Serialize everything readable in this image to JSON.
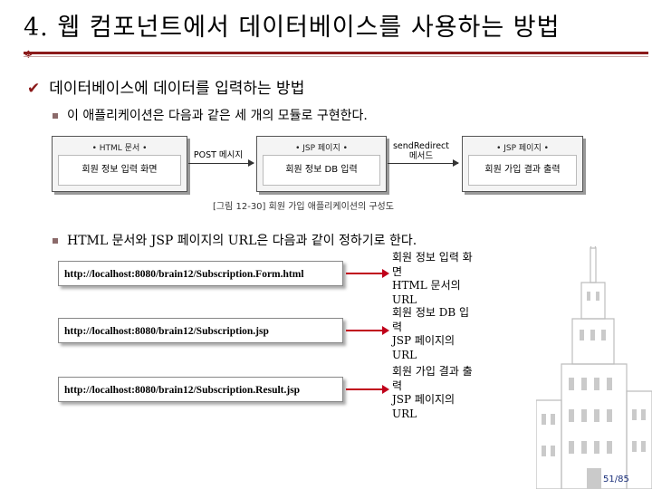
{
  "slide": {
    "title": "4. 웹 컴포넌트에서 데이터베이스를 사용하는 방법",
    "bullet_main": "데이터베이스에 데이터를 입력하는 방법",
    "bullet_sub1": "이 애플리케이션은 다음과 같은 세 개의 모듈로 구현한다.",
    "bullet_sub2": "HTML 문서와 JSP 페이지의 URL은 다음과 같이 정하기로 한다.",
    "page_number": "51/85"
  },
  "diagram": {
    "boxes": [
      {
        "header": "• HTML 문서 •",
        "body": "회원 정보 입력 화면"
      },
      {
        "header": "• JSP 페이지 •",
        "body": "회원 정보 DB 입력"
      },
      {
        "header": "• JSP 페이지 •",
        "body": "회원 가입 결과 출력"
      }
    ],
    "arrows": [
      {
        "label": "POST 메시지"
      },
      {
        "label_line1": "sendRedirect",
        "label_line2": "메서드"
      }
    ],
    "caption": "[그림 12-30] 회원 가입 애플리케이션의 구성도"
  },
  "urls": [
    {
      "url": "http://localhost:8080/brain12/Subscription.Form.html",
      "description": "회원 정보 입력 화\n면\nHTML 문서의\nURL"
    },
    {
      "url": "http://localhost:8080/brain12/Subscription.jsp",
      "description": "회원 정보 DB 입\n력\nJSP 페이지의\nURL"
    },
    {
      "url": "http://localhost:8080/brain12/Subscription.Result.jsp",
      "description": "회원 가입 결과 출\n력\nJSP 페이지의\nURL"
    }
  ],
  "colors": {
    "accent": "#8b1a1a",
    "arrow": "#c0001a",
    "page_number": "#1a2f7a"
  }
}
